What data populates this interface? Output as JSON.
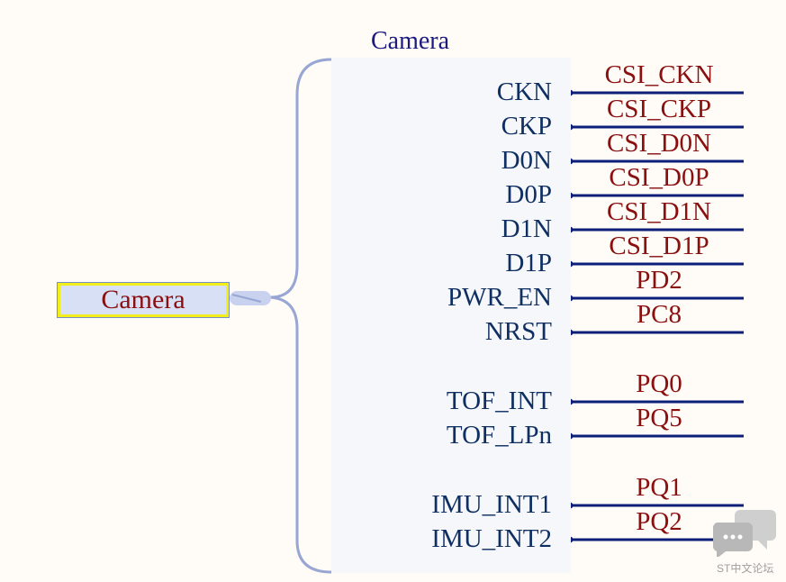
{
  "block": {
    "title": "Camera",
    "ref_label": "Camera"
  },
  "pins": [
    {
      "name": "CKN",
      "net": "CSI_CKN"
    },
    {
      "name": "CKP",
      "net": "CSI_CKP"
    },
    {
      "name": "D0N",
      "net": "CSI_D0N"
    },
    {
      "name": "D0P",
      "net": "CSI_D0P"
    },
    {
      "name": "D1N",
      "net": "CSI_D1N"
    },
    {
      "name": "D1P",
      "net": "CSI_D1P"
    },
    {
      "name": "PWR_EN",
      "net": "PD2"
    },
    {
      "name": "NRST",
      "net": "PC8"
    },
    {
      "name": "TOF_INT",
      "net": "PQ0"
    },
    {
      "name": "TOF_LPn",
      "net": "PQ5"
    },
    {
      "name": "IMU_INT1",
      "net": "PQ1"
    },
    {
      "name": "IMU_INT2",
      "net": "PQ2"
    }
  ],
  "colors": {
    "wire": "#0b1f78",
    "pin_text": "#0f2f62",
    "net_text": "#8a1010",
    "brace": "#98a6d4"
  },
  "watermark": {
    "text": "ST中文论坛",
    "icon": "chat-bubbles-icon"
  }
}
